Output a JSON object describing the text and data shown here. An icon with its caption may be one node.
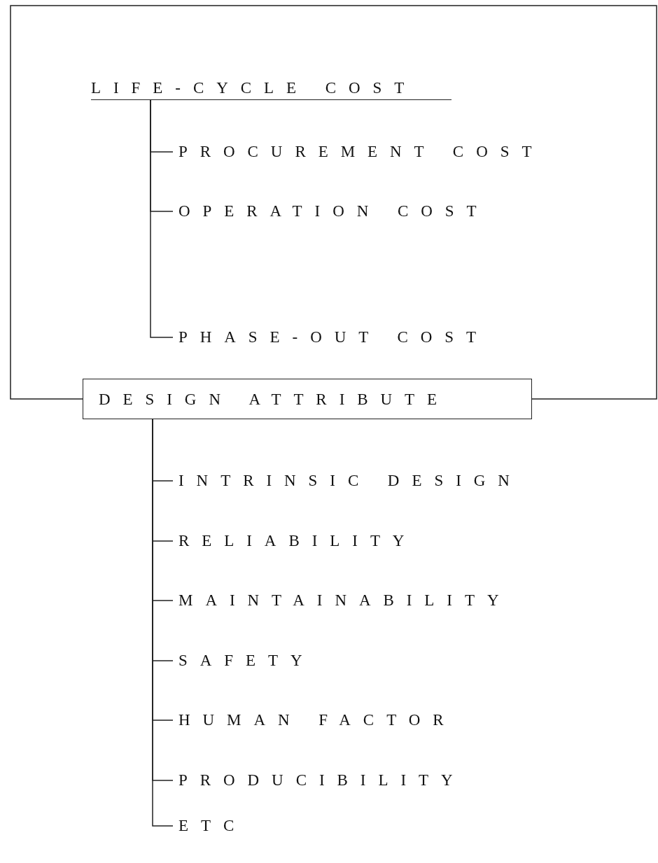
{
  "diagram": {
    "nodes": [
      {
        "text": [
          "LIFE-CYCLE COST"
        ]
      },
      {
        "text": [
          "PROCUREMENT COST"
        ]
      },
      {
        "text": [
          "OPERATION COST"
        ]
      },
      {
        "text": [
          "PHASE-OUT COST"
        ]
      },
      {
        "text": [
          "DESIGN ATTRIBUTE"
        ]
      },
      {
        "text": [
          "INTRINSIC DESIGN"
        ]
      },
      {
        "text": [
          "RELIABILITY"
        ]
      },
      {
        "text": [
          "MAINTAINABILITY"
        ]
      },
      {
        "text": [
          "SAFETY"
        ]
      },
      {
        "text": [
          "HUMAN FACTOR"
        ]
      },
      {
        "text": [
          "PRODUCIBILITY"
        ]
      },
      {
        "text": [
          "ETC"
        ]
      }
    ],
    "edges": [
      {
        "from": 0,
        "to": 1,
        "arrow": "none"
      },
      {
        "from": 0,
        "to": 2,
        "arrow": "none"
      },
      {
        "from": 0,
        "to": 3,
        "arrow": "none"
      },
      {
        "from": 4,
        "to": 5,
        "arrow": "none"
      },
      {
        "from": 4,
        "to": 6,
        "arrow": "none"
      },
      {
        "from": 4,
        "to": 7,
        "arrow": "none"
      },
      {
        "from": 4,
        "to": 8,
        "arrow": "none"
      },
      {
        "from": 4,
        "to": 9,
        "arrow": "none"
      },
      {
        "from": 4,
        "to": 10,
        "arrow": "none"
      },
      {
        "from": 4,
        "to": 11,
        "arrow": "none"
      }
    ]
  }
}
